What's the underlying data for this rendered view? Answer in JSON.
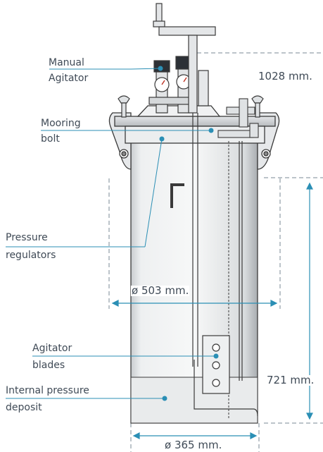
{
  "labels": {
    "manual_agitator": [
      "Manual",
      "Agitator"
    ],
    "mooring_bolt": [
      "Mooring",
      "bolt"
    ],
    "pressure_regulators": [
      "Pressure",
      "regulators"
    ],
    "agitator_blades": [
      "Agitator",
      "blades"
    ],
    "internal_pressure_deposit": [
      "Internal pressure",
      "deposit"
    ]
  },
  "dimensions": {
    "total_height": "1028 mm.",
    "outer_diameter": "ø 503 mm.",
    "vessel_height": "721 mm.",
    "inner_diameter": "ø 365 mm."
  },
  "colors": {
    "leader": "#2b8fb5",
    "dimension_line": "#2b8fb5",
    "outline": "#3a3a3a",
    "text": "#3f4a56"
  }
}
